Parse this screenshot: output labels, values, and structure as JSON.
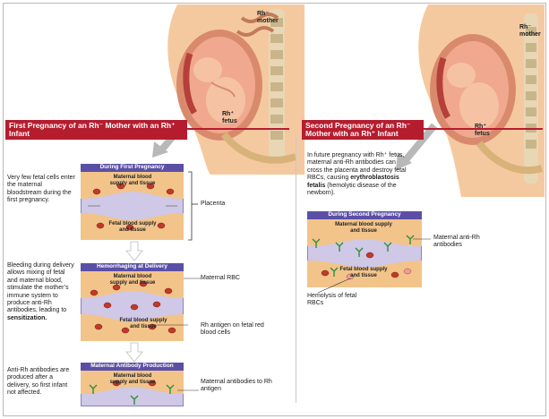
{
  "mother_label_left": "Rh⁻ mother",
  "mother_label_right": "Rh⁻ mother",
  "fetus_label_left": "Rh⁺ fetus",
  "fetus_label_right": "Rh⁺ fetus",
  "left": {
    "banner": "First Pregnancy of an Rh⁻ Mother with an Rh⁺ Infant",
    "panels": [
      {
        "title": "During First Pregnancy",
        "top_text": "Maternal blood supply and tissue",
        "bottom_text": "Fetal blood supply and tissue",
        "side_note": "Very few fetal cells enter the maternal bloodstream during the first pregnancy.",
        "right_label": "Placenta"
      },
      {
        "title": "Hemorrhaging at Delivery",
        "top_text": "Maternal blood supply and tissue",
        "bottom_text": "Fetal blood supply and tissue",
        "side_note_pre": "Bleeding during delivery allows mixing of fetal and maternal blood, stimulate the mother’s immune system to produce anti-Rh antibodies, leading to",
        "side_note_bold": "sensitization.",
        "right_label_top": "Maternal RBC",
        "right_label_bottom": "Rh antigen on fetal red blood cells"
      },
      {
        "title": "Maternal Antibody Production",
        "top_text": "Maternal blood supply and tissue",
        "side_note": "Anti-Rh antibodies are produced after a delivery, so first infant not affected.",
        "right_label": "Maternal antibodies to Rh antigen"
      }
    ]
  },
  "right": {
    "banner": "Second Pregnancy of an Rh⁻ Mother with an Rh⁺ Infant",
    "note_pre": "In future pregnancy with Rh⁺ fetus, maternal anti-Rh antibodies can cross the placenta and destroy fetal RBCs, causing",
    "note_bold": "erythroblastosis fetalis",
    "note_post": "(hemolytic disease of the newborn).",
    "panel": {
      "title": "During Second Pregnancy",
      "top_text": "Maternal blood supply and tissue",
      "bottom_text": "Fetal blood supply and tissue",
      "right_label": "Maternal anti-Rh antibodies",
      "bottom_label": "Hemolysis of fetal RBCs"
    }
  },
  "colors": {
    "banner": "#b51d2f",
    "panel_title": "#5b4fa5",
    "panel_bg": "#cfc8e6",
    "tissue": "#f2c48a",
    "rbc": "#c0392b",
    "antibody": "#2f8f3a"
  }
}
